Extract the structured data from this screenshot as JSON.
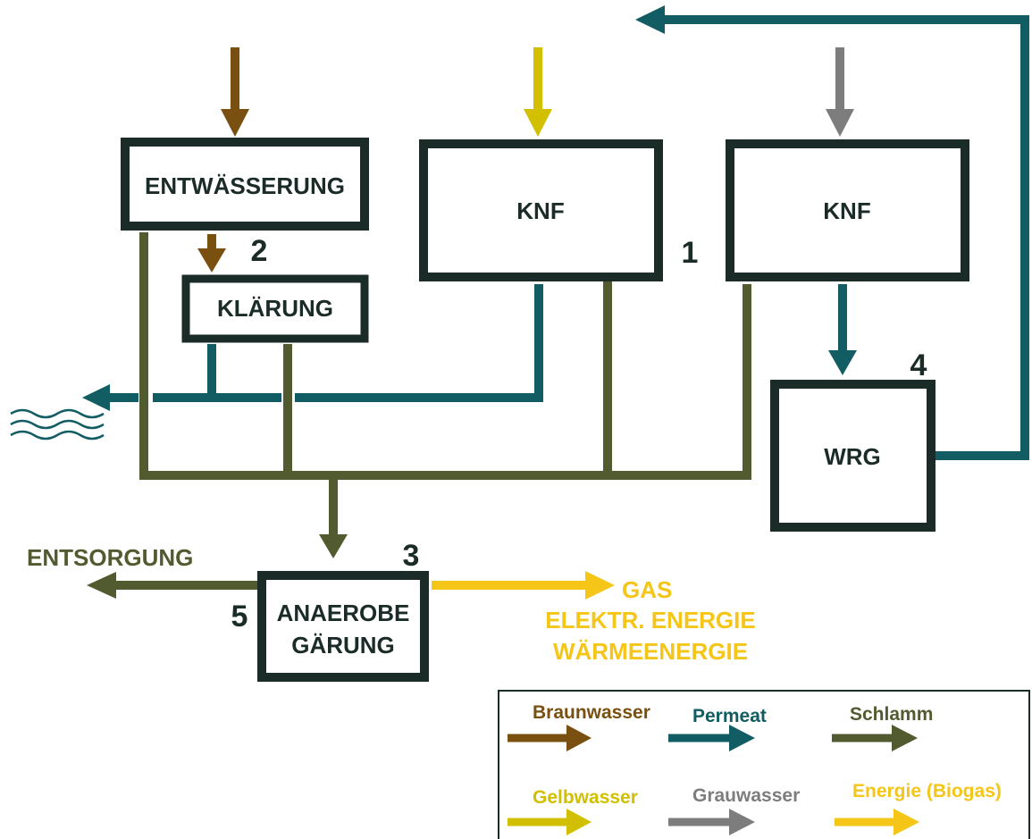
{
  "colors": {
    "braunwasser": "#7a5010",
    "gelbwasser": "#d2c000",
    "grauwasser": "#7d7d7d",
    "permeat": "#125d63",
    "schlamm": "#525a30",
    "energie": "#f5c518",
    "box_border": "#1b2b28"
  },
  "boxes": {
    "entwaesserung": "ENTWÄSSERUNG",
    "klaerung": "KLÄRUNG",
    "knf_left": "KNF",
    "knf_right": "KNF",
    "wrg": "WRG",
    "anaerobe_line1": "ANAEROBE",
    "anaerobe_line2": "GÄRUNG"
  },
  "step_numbers": {
    "n1": "1",
    "n2": "2",
    "n3": "3",
    "n4": "4",
    "n5": "5"
  },
  "outputs": {
    "entsorgung": "ENTSORGUNG",
    "gas": "GAS",
    "elektr_energie": "ELEKTR. ENERGIE",
    "waermeenergie": "WÄRMEENERGIE"
  },
  "icons": {
    "water_body": "water-waves-icon"
  },
  "legend": {
    "braunwasser": "Braunwasser",
    "permeat": "Permeat",
    "schlamm": "Schlamm",
    "gelbwasser": "Gelbwasser",
    "grauwasser": "Grauwasser",
    "energie": "Energie (Biogas)"
  }
}
